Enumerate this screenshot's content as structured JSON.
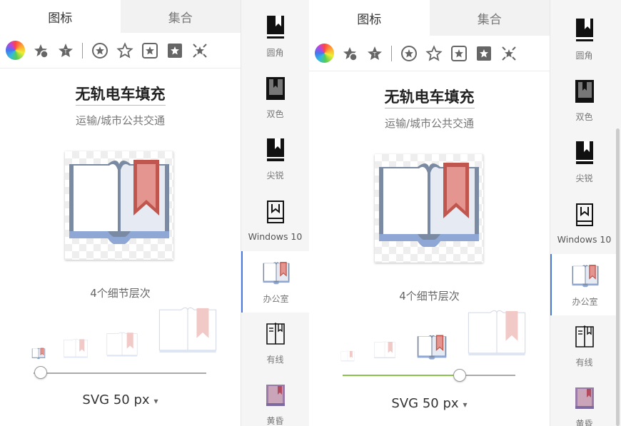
{
  "colors": {
    "accent": "#4a7bdc",
    "slider_fill": "#8bc34a",
    "book_frame": "#7a8aa3",
    "bookmark": "#c0564d"
  },
  "tabs": [
    {
      "label": "图标"
    },
    {
      "label": "集合"
    }
  ],
  "toolbar": {
    "icons": [
      "color-wheel-icon",
      "star-badge-icon",
      "star-text-icon",
      "star-circle-icon",
      "star-outline-icon",
      "star-square-icon",
      "star-square-filled-icon",
      "star-burst-icon"
    ]
  },
  "icon": {
    "title": "无轨电车填充",
    "category": "运输/城市公共交通",
    "detail_levels": "4个细节层次"
  },
  "format": {
    "label": "SVG 50 px"
  },
  "styles_left": [
    {
      "label": "圆角",
      "icon": "book-rounded-icon"
    },
    {
      "label": "双色",
      "icon": "book-duotone-icon"
    },
    {
      "label": "尖锐",
      "icon": "book-sharp-icon"
    },
    {
      "label": "Windows 10",
      "icon": "book-windows-icon"
    },
    {
      "label": "办公室",
      "icon": "book-office-icon",
      "selected": true
    },
    {
      "label": "有线",
      "icon": "book-wired-icon"
    },
    {
      "label": "黄昏",
      "icon": "book-dusk-icon"
    }
  ],
  "styles_right": [
    {
      "label": "圆角",
      "icon": "book-rounded-icon"
    },
    {
      "label": "双色",
      "icon": "book-duotone-icon"
    },
    {
      "label": "尖锐",
      "icon": "book-sharp-icon"
    },
    {
      "label": "Windows 10",
      "icon": "book-windows-icon"
    },
    {
      "label": "办公室",
      "icon": "book-office-icon",
      "selected": true
    },
    {
      "label": "有线",
      "icon": "book-wired-icon"
    },
    {
      "label": "黄昏",
      "icon": "book-dusk-icon"
    }
  ]
}
